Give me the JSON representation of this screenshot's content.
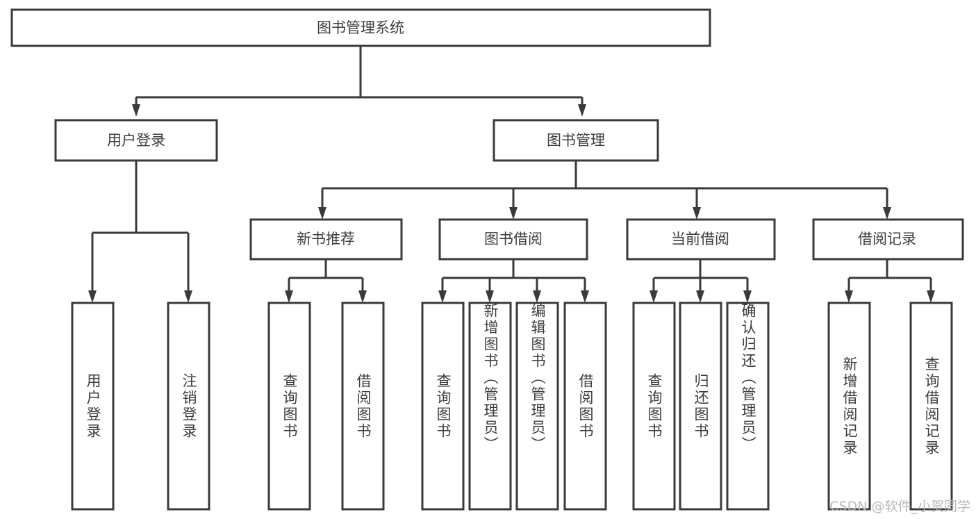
{
  "diagram": {
    "title": "图书管理系统",
    "type": "hierarchy-tree",
    "colors": {
      "box_stroke": "#3a3a3a",
      "box_fill": "#ffffff",
      "text": "#3d3d3d",
      "connector": "#3a3a3a",
      "watermark": "#b9b9b9",
      "background": "#ffffff"
    },
    "root": {
      "label": "图书管理系统"
    },
    "level2": [
      {
        "label": "用户登录"
      },
      {
        "label": "图书管理"
      }
    ],
    "level3": [
      {
        "label": "新书推荐"
      },
      {
        "label": "图书借阅"
      },
      {
        "label": "当前借阅"
      },
      {
        "label": "借阅记录"
      }
    ],
    "leaves": {
      "user_login": [
        {
          "label": "用户登录"
        },
        {
          "label": "注销登录"
        }
      ],
      "new_book_recommend": [
        {
          "label": "查询图书"
        },
        {
          "label": "借阅图书"
        }
      ],
      "book_borrow": [
        {
          "label": "查询图书"
        },
        {
          "label": "新增图书（管理员）"
        },
        {
          "label": "编辑图书（管理员）"
        },
        {
          "label": "借阅图书"
        }
      ],
      "current_borrow": [
        {
          "label": "查询图书"
        },
        {
          "label": "归还图书"
        },
        {
          "label": "确认归还（管理员）"
        }
      ],
      "borrow_record": [
        {
          "label": "新增借阅记录"
        },
        {
          "label": "查询借阅记录"
        }
      ]
    }
  },
  "watermark": {
    "text": "CSDN @软件_小贺同学"
  }
}
